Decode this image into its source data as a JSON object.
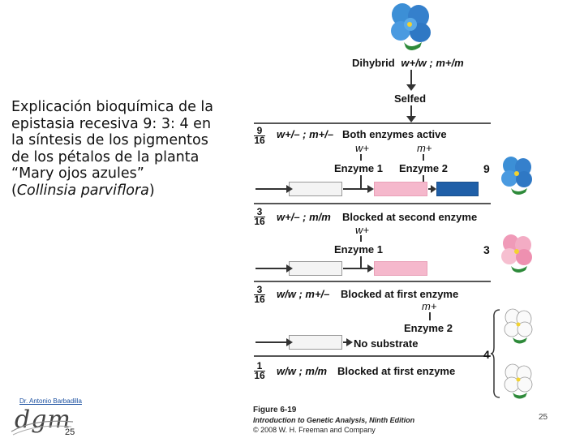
{
  "description": {
    "line1": "Explicación bioquímica de la",
    "line2": "epistasia recesiva 9: 3: 4 en",
    "line3": "la síntesis de los pigmentos",
    "line4": "de los pétalos de la planta",
    "line5": "“Mary ojos azules”",
    "line6_open": "(",
    "line6_species": "Collinsia parviflora",
    "line6_close": ")"
  },
  "diagram": {
    "dihybrid_label": "Dihybrid",
    "dihybrid_genotype": "w+/w ; m+/m",
    "selfed_label": "Selfed",
    "rows": [
      {
        "fraction_num": "9",
        "fraction_den": "16",
        "genotype": "w+/– ; m+/–",
        "status": "Both enzymes active",
        "gene1": "w+",
        "gene2": "m+",
        "enzyme1": "Enzyme 1",
        "enzyme2": "Enzyme 2",
        "count": "9"
      },
      {
        "fraction_num": "3",
        "fraction_den": "16",
        "genotype": "w+/– ; m/m",
        "status": "Blocked at second enzyme",
        "gene1": "w+",
        "enzyme1": "Enzyme 1",
        "count": "3"
      },
      {
        "fraction_num": "3",
        "fraction_den": "16",
        "genotype": "w/w ; m+/–",
        "status": "Blocked at first enzyme",
        "gene2": "m+",
        "enzyme2": "Enzyme 2",
        "note": "No substrate"
      },
      {
        "fraction_num": "1",
        "fraction_den": "16",
        "genotype": "w/w ; m/m",
        "status": "Blocked at first enzyme"
      }
    ],
    "group_count": "4",
    "colors": {
      "blue": "#1f5fa8",
      "pink": "#f5b8cc",
      "white": "#f4f4f4",
      "flower_blue": "#3c8fd6",
      "flower_pink": "#f09ab8"
    }
  },
  "caption": {
    "figure": "Figure 6-19",
    "book": "Introduction to Genetic Analysis, Ninth Edition",
    "copyright": "© 2008 W. H. Freeman and Company"
  },
  "footer": {
    "credit": "Dr. Antonio Barbadilla",
    "logo": "dgm",
    "page_left": "25",
    "page_right": "25"
  }
}
